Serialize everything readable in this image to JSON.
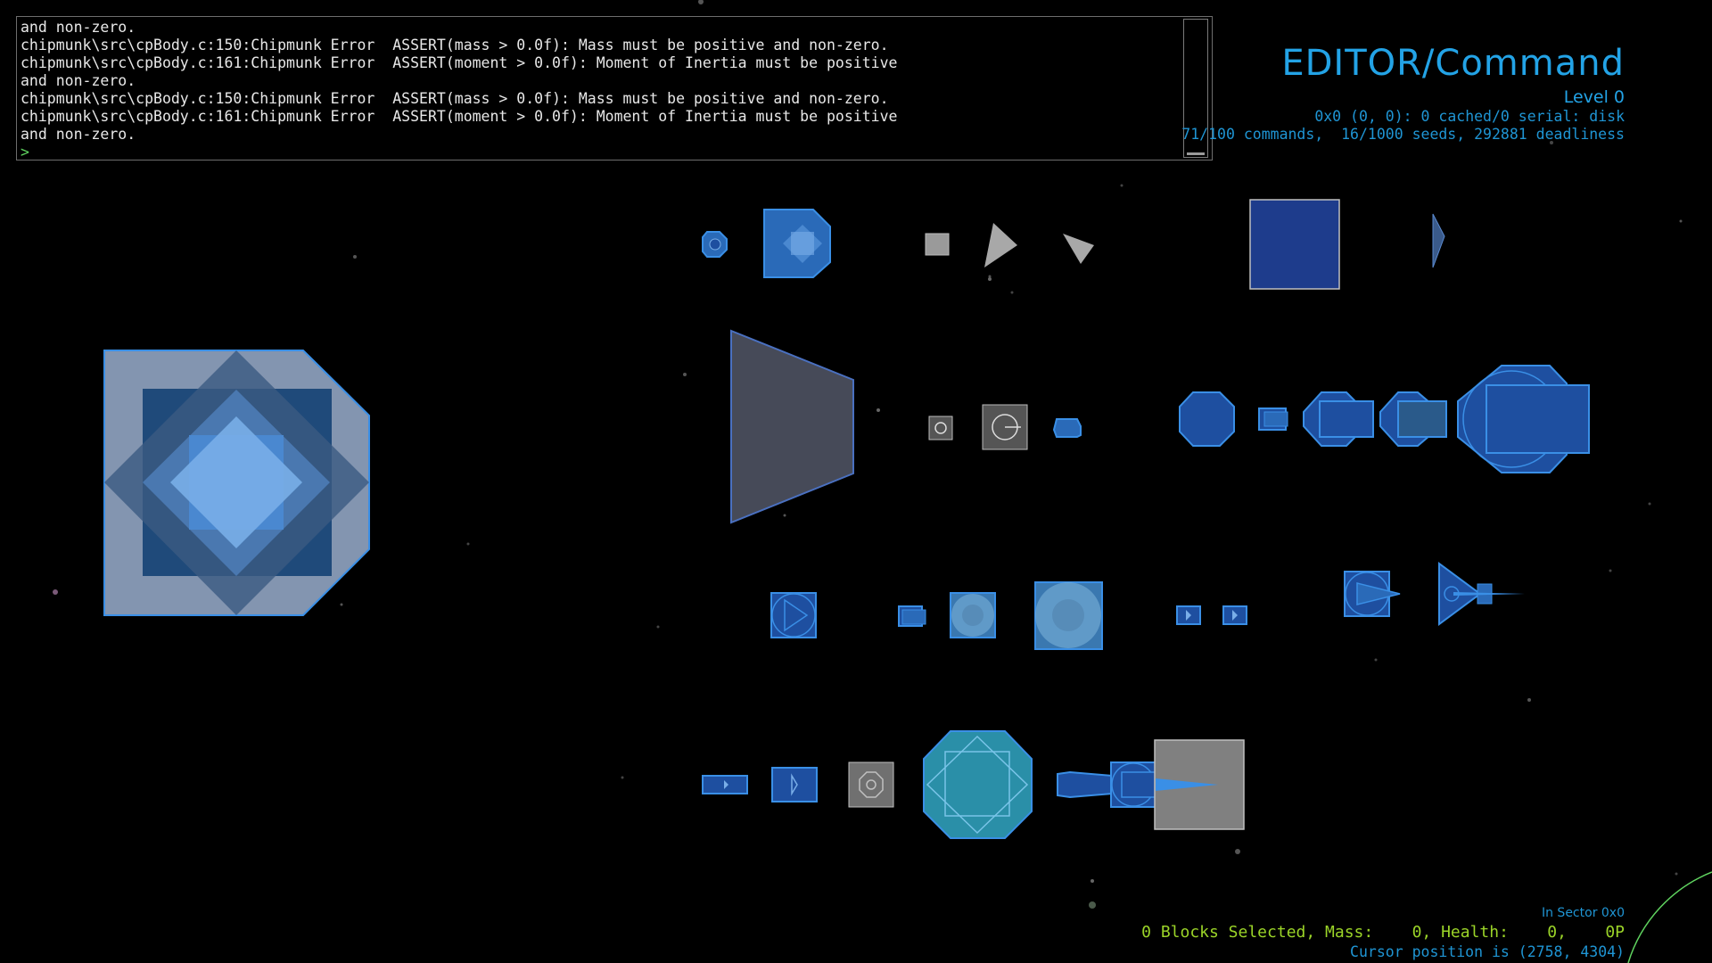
{
  "console": {
    "lines": [
      "and non-zero.",
      "chipmunk\\src\\cpBody.c:150:Chipmunk Error  ASSERT(mass > 0.0f): Mass must be positive and non-zero.",
      "chipmunk\\src\\cpBody.c:161:Chipmunk Error  ASSERT(moment > 0.0f): Moment of Inertia must be positive",
      "and non-zero.",
      "chipmunk\\src\\cpBody.c:150:Chipmunk Error  ASSERT(mass > 0.0f): Mass must be positive and non-zero.",
      "chipmunk\\src\\cpBody.c:161:Chipmunk Error  ASSERT(moment > 0.0f): Moment of Inertia must be positive",
      "and non-zero."
    ],
    "prompt": ">"
  },
  "hud": {
    "title": "EDITOR/Command",
    "level": "Level 0",
    "info_line1": "0x0 (0, 0): 0 cached/0 serial: disk",
    "info_line2": "71/100 commands,  16/1000 seeds, 292881 deadliness",
    "sector": "In Sector 0x0",
    "status": "0 Blocks Selected, Mass:    0, Health:    0,    0P",
    "cursor": "Cursor position is (2758, 4304)"
  },
  "colors": {
    "hud_blue": "#23a3e6",
    "status_green": "#9bd428",
    "block_blue": "#1e4fa0",
    "block_outline": "#3a8fe6",
    "block_gray": "#808080",
    "block_teal": "#2a8fa8"
  }
}
